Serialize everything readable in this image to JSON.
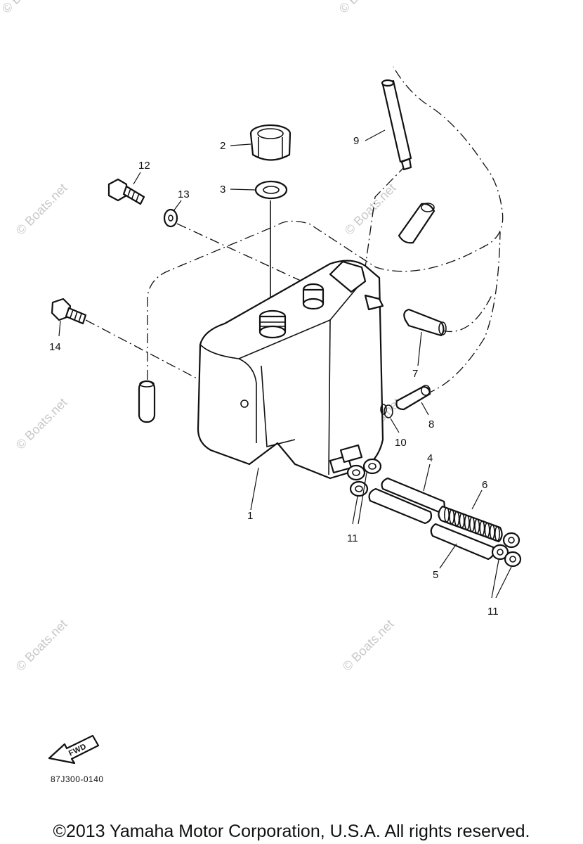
{
  "callouts": [
    {
      "id": "1",
      "text": "1"
    },
    {
      "id": "2",
      "text": "2"
    },
    {
      "id": "3",
      "text": "3"
    },
    {
      "id": "4",
      "text": "4"
    },
    {
      "id": "5",
      "text": "5"
    },
    {
      "id": "6",
      "text": "6"
    },
    {
      "id": "7",
      "text": "7"
    },
    {
      "id": "8",
      "text": "8"
    },
    {
      "id": "9",
      "text": "9"
    },
    {
      "id": "10",
      "text": "10"
    },
    {
      "id": "11a",
      "text": "11"
    },
    {
      "id": "11b",
      "text": "11"
    },
    {
      "id": "12",
      "text": "12"
    },
    {
      "id": "13",
      "text": "13"
    },
    {
      "id": "14",
      "text": "14"
    }
  ],
  "fwd_label": "FWD",
  "diagram_code": "87J300-0140",
  "watermark": "© Boats.net",
  "footer": "©2013 Yamaha Motor Corporation, U.S.A. All rights reserved.",
  "colors": {
    "ink": "#111111",
    "watermark": "#c8c8c8",
    "background": "#ffffff"
  }
}
